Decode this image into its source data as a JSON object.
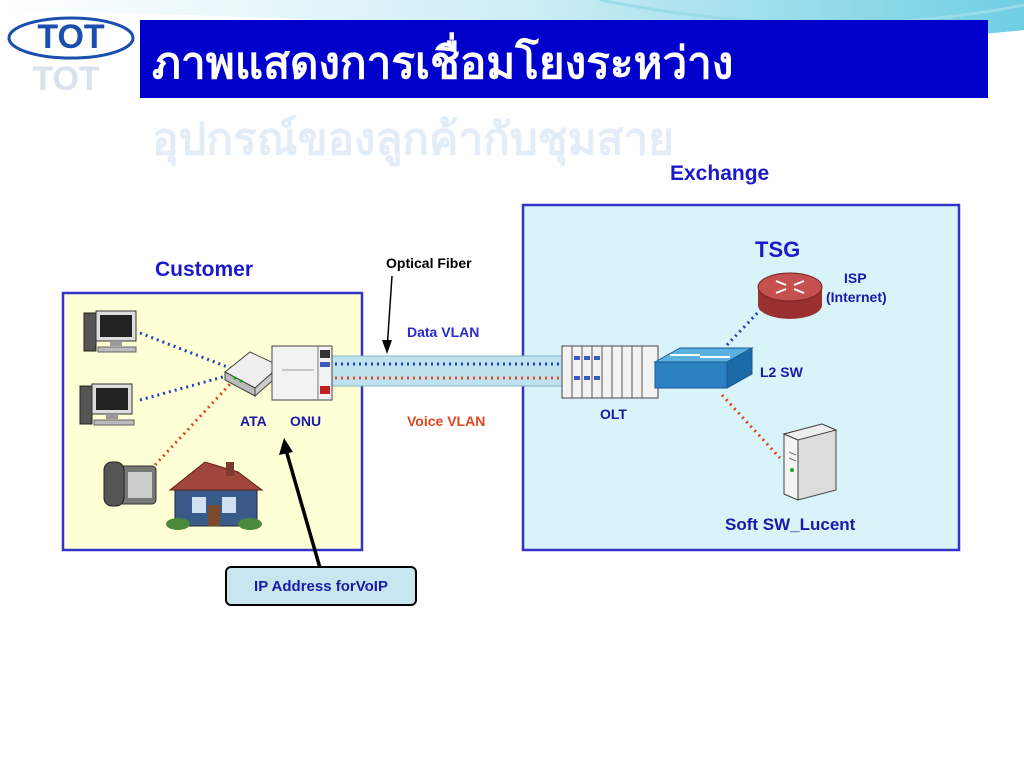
{
  "brand": {
    "logo_text": "TOT"
  },
  "slide": {
    "title_line1": "ภาพแสดงการเชื่อมโยงระหว่าง",
    "title_line2": "อุปกรณ์ของลูกค้ากับชุมสาย"
  },
  "diagram": {
    "customer_label": "Customer",
    "exchange_label": "Exchange",
    "optical_fiber_label": "Optical Fiber",
    "data_vlan_label": "Data VLAN",
    "voice_vlan_label": "Voice VLAN",
    "ata_label": "ATA",
    "onu_label": "ONU",
    "olt_label": "OLT",
    "tsg_label": "TSG",
    "isp_label_line1": "ISP",
    "isp_label_line2": "(Internet)",
    "l2sw_label": "L2 SW",
    "softsw_label": "Soft SW_Lucent",
    "voip_callout": "IP Address forVoIP"
  },
  "colors": {
    "title_bg": "#0000cc",
    "customer_bg": "#ffffd5",
    "exchange_bg": "#d9f4f8",
    "border_blue": "#3333cc",
    "data_line": "#1f3fbf",
    "voice_line": "#e0461f",
    "data_text": "#2a2ad0",
    "voice_text": "#e0461f"
  }
}
